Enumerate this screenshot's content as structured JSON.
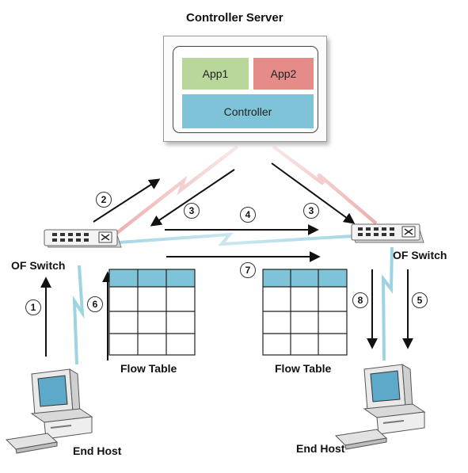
{
  "server": {
    "title": "Controller Server",
    "app1": "App1",
    "app2": "App2",
    "controller": "Controller"
  },
  "switches": {
    "left_label": "OF Switch",
    "right_label": "OF Switch"
  },
  "flow_tables": {
    "left_label": "Flow Table",
    "right_label": "Flow Table"
  },
  "hosts": {
    "left_label": "End Host",
    "right_label": "End Host"
  },
  "steps": [
    "1",
    "2",
    "3",
    "3",
    "4",
    "5",
    "6",
    "7",
    "8"
  ],
  "colors": {
    "app1": "#b9d79a",
    "app2": "#e58c89",
    "controller": "#7fc3d8",
    "table_header": "#7fc3d8",
    "red_link": "#e8a6a4",
    "blue_link": "#9ed3e2"
  }
}
